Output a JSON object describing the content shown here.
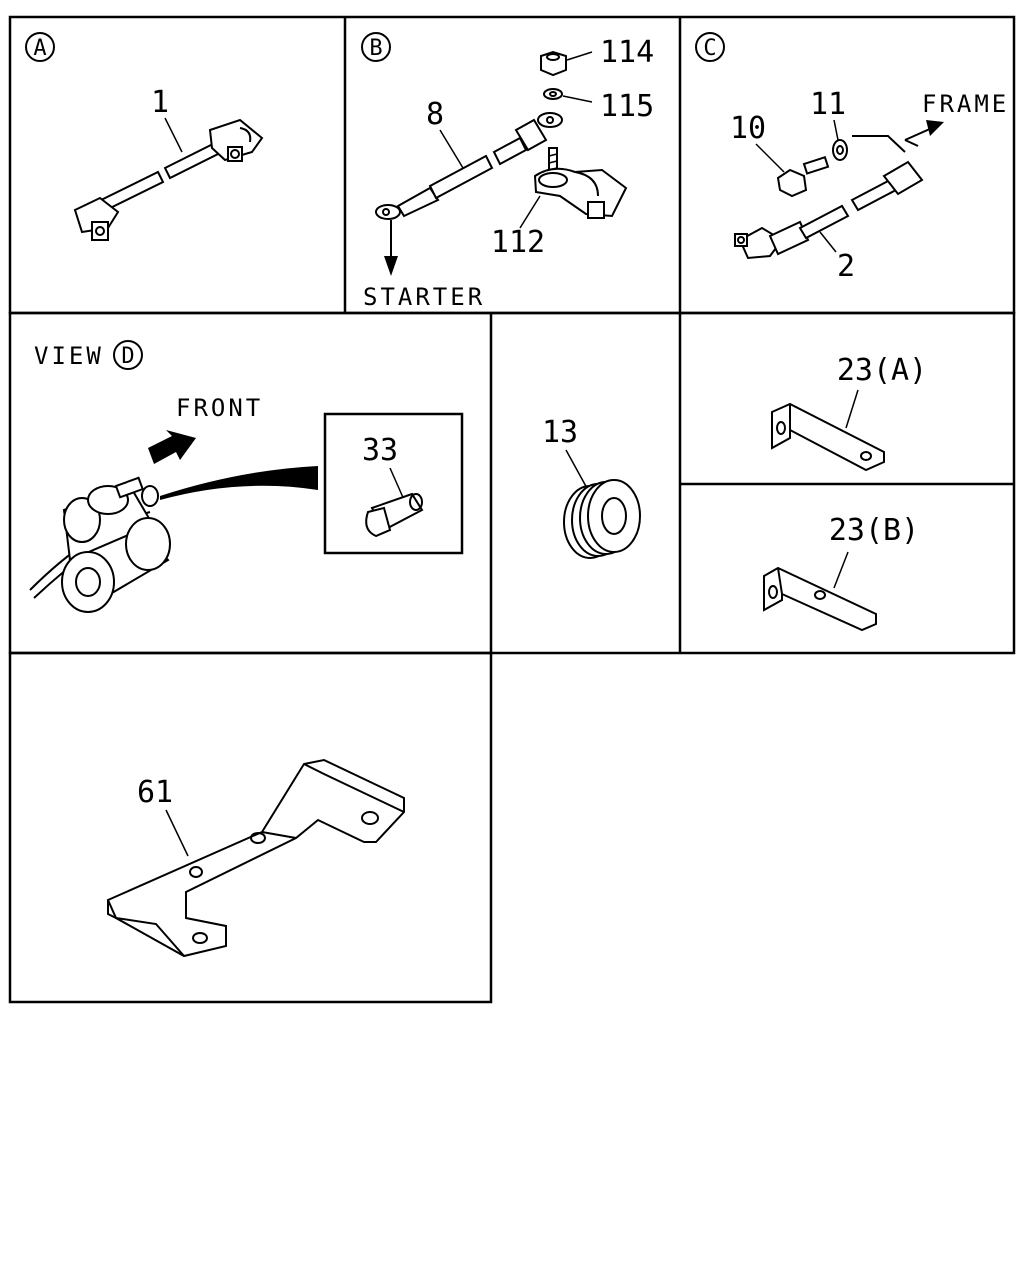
{
  "panels": {
    "a": {
      "marker": "A",
      "part": "1"
    },
    "b": {
      "marker": "B",
      "parts": [
        "8",
        "114",
        "115",
        "112"
      ],
      "destination": "STARTER"
    },
    "c": {
      "marker": "C",
      "parts": [
        "10",
        "11",
        "2"
      ],
      "destination": "FRAME"
    },
    "d": {
      "view_word": "VIEW",
      "marker": "D",
      "direction": "FRONT",
      "detail_part": "33"
    },
    "e": {
      "part": "13"
    },
    "f": {
      "part": "23(A)"
    },
    "g": {
      "part": "23(B)"
    },
    "h": {
      "part": "61"
    }
  }
}
